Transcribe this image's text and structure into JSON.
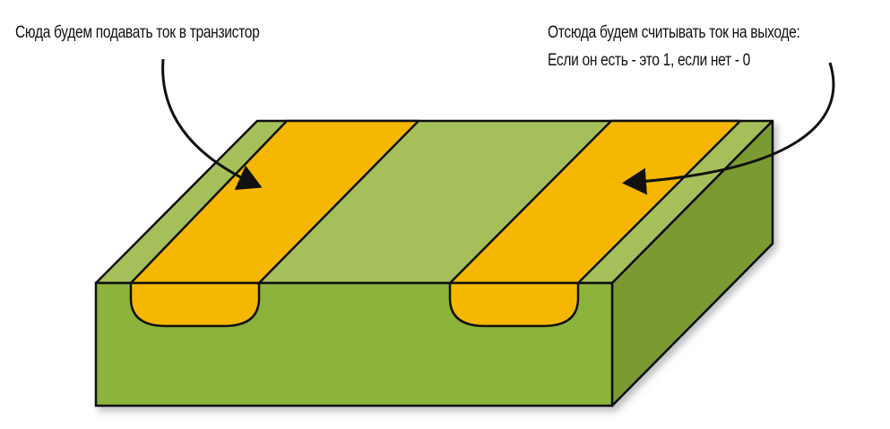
{
  "annotations": {
    "left": "Сюда будем подавать ток в транзистор",
    "right_line1": "Отсюда будем считывать ток на выходе:",
    "right_line2": "Если он есть - это 1, если нет - 0"
  },
  "colors": {
    "substrate_top": "#a5c05a",
    "substrate_front": "#8cb33a",
    "substrate_side": "#7b9a31",
    "doped_region": "#f5b700",
    "outline": "#111111"
  }
}
